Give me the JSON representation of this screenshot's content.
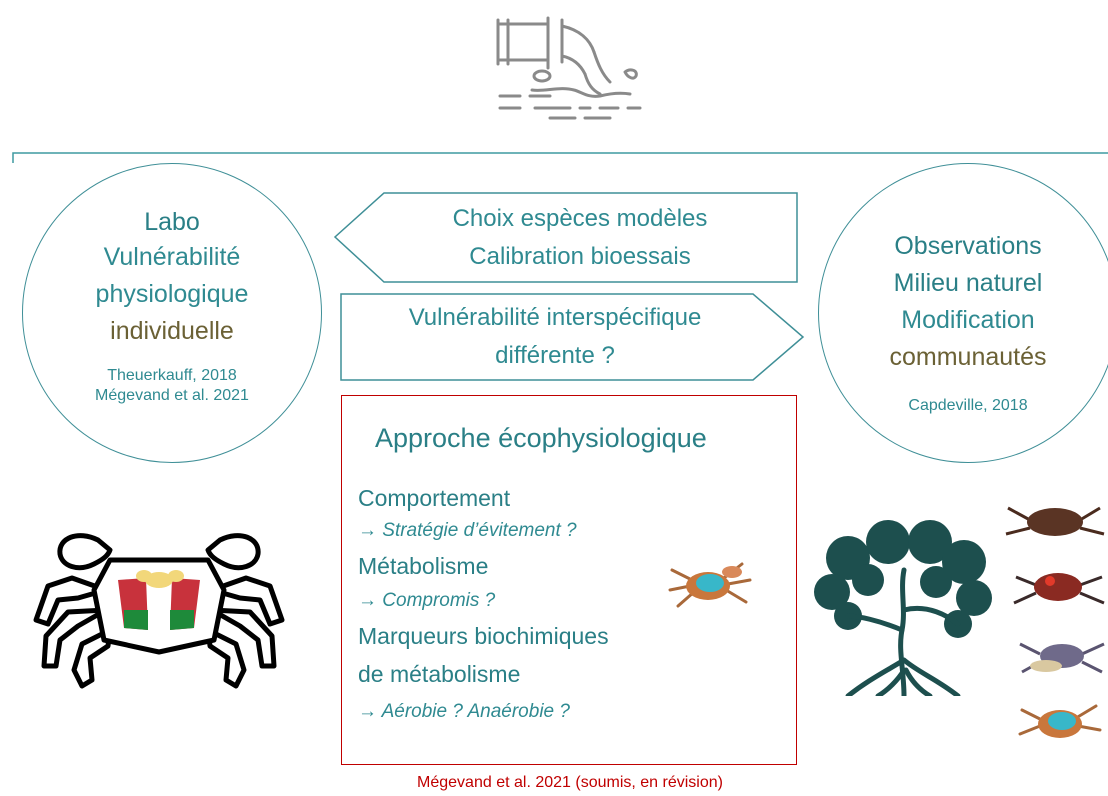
{
  "colors": {
    "teal": "#2f8a91",
    "red": "#c00000",
    "olive": "#6b6135",
    "icon_gray": "#8a8a8a"
  },
  "icons": [
    "pipe-discharge-icon",
    "crab-outline-icon",
    "crab-photo-icon",
    "mangrove-tree-icon"
  ],
  "left_circle": {
    "title": "Labo",
    "line2": "Vulnérabilité",
    "line3": "physiologique",
    "line4": "individuelle",
    "ref1": "Theuerkauff, 2018",
    "ref2": "Mégevand et al. 2021"
  },
  "right_circle": {
    "line1": "Observations",
    "line2": "Milieu naturel",
    "line3": "Modification",
    "line4": "communautés",
    "ref": "Capdeville, 2018"
  },
  "arrow_left": {
    "line1": "Choix espèces modèles",
    "line2": "Calibration bioessais"
  },
  "arrow_right": {
    "line1": "Vulnérabilité interspécifique",
    "line2": "différente ?"
  },
  "approach": {
    "title": "Approche écophysiologique",
    "h1": "Comportement",
    "s1": "Stratégie d’évitement ?",
    "h2": "Métabolisme",
    "s2": "Compromis ?",
    "h3a": "Marqueurs biochimiques",
    "h3b": "de métabolisme",
    "s3": "Aérobie ? Anaérobie ?",
    "arrow": "→"
  },
  "footer_ref": "Mégevand et al. 2021 (soumis, en révision)"
}
